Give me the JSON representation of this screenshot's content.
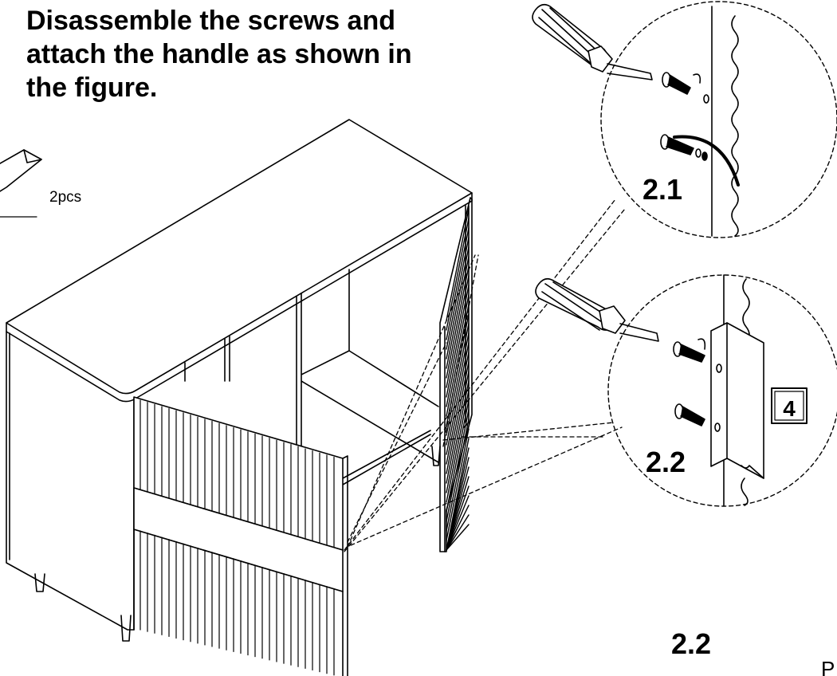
{
  "instruction": {
    "line1": "Disassemble the screws and",
    "line2": "attach the handle as shown in",
    "line3": "the figure."
  },
  "labels": {
    "quantity": "2pcs",
    "detail_upper": "2.1",
    "detail_lower": "2.2",
    "part_number": "4",
    "step_bottom": "2.2",
    "page_corner": "P"
  }
}
